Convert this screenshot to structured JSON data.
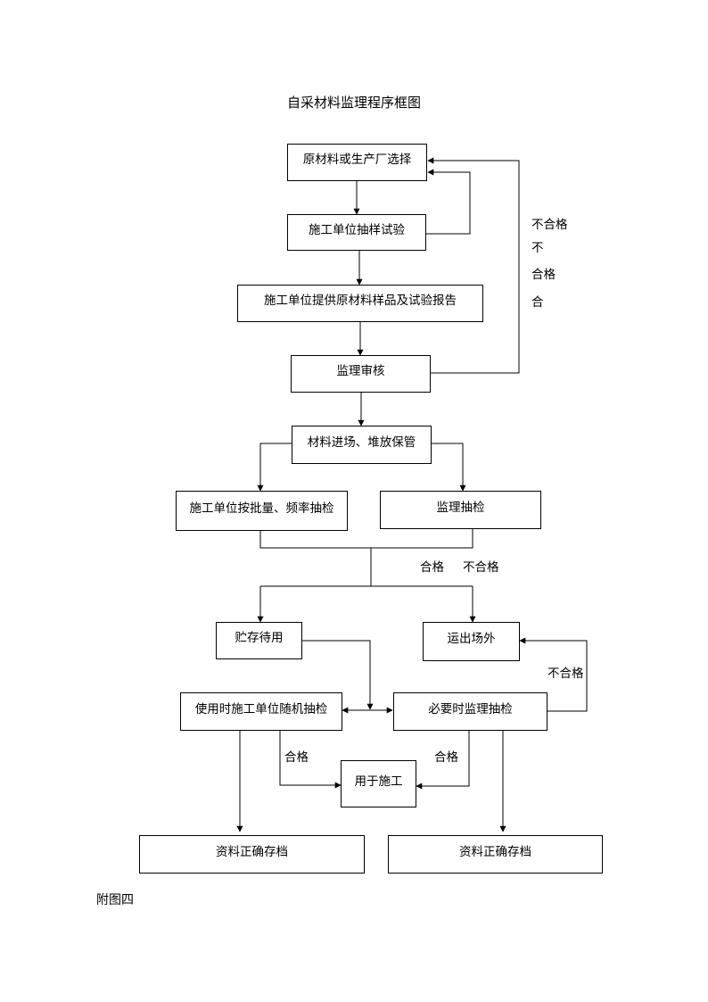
{
  "title": "自采材料监理程序框图",
  "boxes": {
    "select": "原材料或生产厂选择",
    "sample_test": "施工单位抽样试验",
    "provide": "施工单位提供原材料样品及试验报告",
    "review": "监理审核",
    "enter": "材料进场、堆放保管",
    "contractor_check": "施工单位按批量、频率抽检",
    "supervisor_check": "监理抽检",
    "store": "贮存待用",
    "remove": "运出场外",
    "random_check": "使用时施工单位随机抽检",
    "necessary_check": "必要时监理抽检",
    "use": "用于施工",
    "archive_left": "资料正确存档",
    "archive_right": "资料正确存档"
  },
  "labels": {
    "fail_right_1": "不合格",
    "fail_right_2": "不",
    "fail_right_3": "合格",
    "fail_right_4": "合",
    "pass_mid": "合格",
    "fail_mid": "不合格",
    "fail_lower": "不合格",
    "pass_left": "合格",
    "pass_right": "合格"
  },
  "caption": "附图四"
}
